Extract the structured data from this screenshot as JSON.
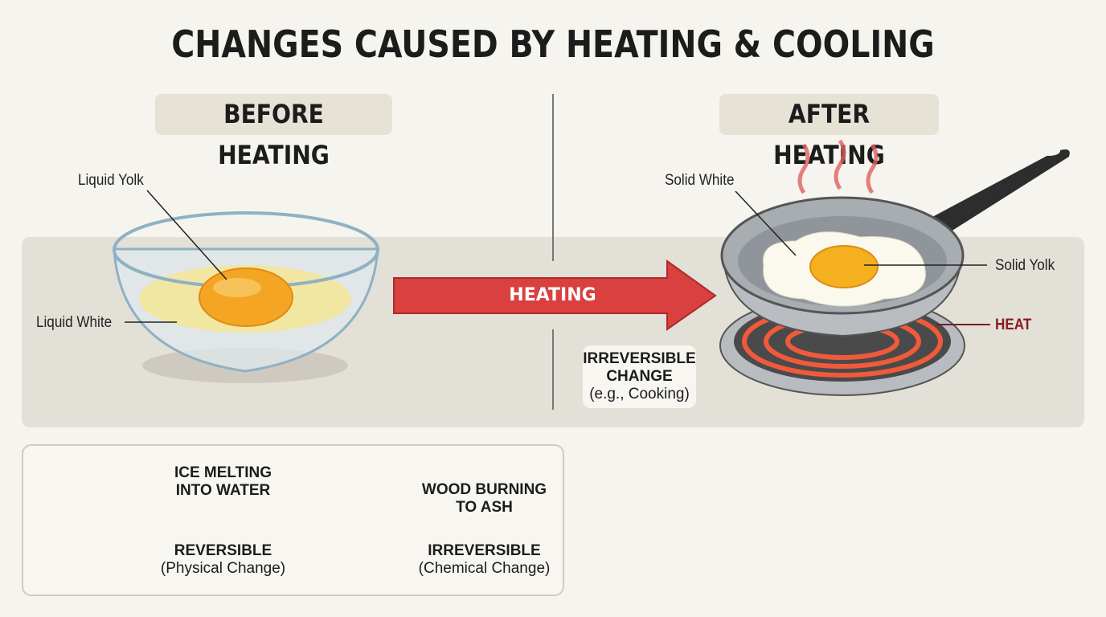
{
  "title": "CHANGES CAUSED BY HEATING & COOLING",
  "before": {
    "heading": "BEFORE HEATING",
    "labels": {
      "yolk": "Liquid Yolk",
      "white": "Liquid White"
    }
  },
  "process": {
    "arrow_label": "HEATING",
    "arrow_color": "#d94040"
  },
  "after": {
    "heading": "AFTER HEATING",
    "labels": {
      "white": "Solid White",
      "yolk": "Solid Yolk",
      "heat": "HEAT"
    },
    "note": {
      "line1": "IRREVERSIBLE",
      "line2": "CHANGE",
      "line3": "(e.g., Cooking)"
    }
  },
  "examples": [
    {
      "icon": "glass-of-ice-water-icon",
      "thermometer": "cold-thermometer-icon",
      "title1": "ICE MELTING",
      "title2": "INTO WATER",
      "arrow": "double-arrow-icon",
      "type": "REVERSIBLE",
      "subtype": "(Physical Change)",
      "color": "#3a82c4"
    },
    {
      "icon": "campfire-icon",
      "thermometer": "hot-thermometer-icon",
      "title1": "WOOD BURNING",
      "title2": "TO ASH",
      "arrow": "right-arrow-icon",
      "type": "IRREVERSIBLE",
      "subtype": "(Chemical Change)",
      "color": "#d94040"
    }
  ]
}
